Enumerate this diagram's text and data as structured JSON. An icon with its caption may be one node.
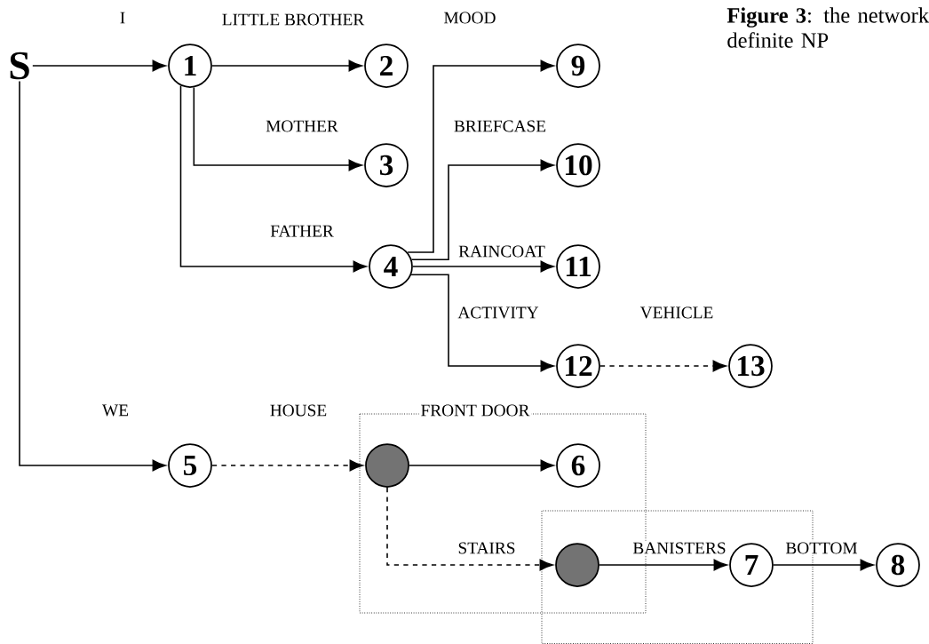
{
  "diagram": {
    "caption": "**Figure 3**: the network definite NP",
    "nodes": [
      {
        "text": [
          "S"
        ]
      },
      {
        "text": [
          "1"
        ]
      },
      {
        "text": [
          "2"
        ]
      },
      {
        "text": [
          "3"
        ]
      },
      {
        "text": [
          "4"
        ]
      },
      {
        "text": [
          "5"
        ]
      },
      {
        "text": [
          "6"
        ]
      },
      {
        "text": [
          "7"
        ]
      },
      {
        "text": [
          "8"
        ]
      },
      {
        "text": [
          "9"
        ]
      },
      {
        "text": [
          "10"
        ]
      },
      {
        "text": [
          "11"
        ]
      },
      {
        "text": [
          "12"
        ]
      },
      {
        "text": [
          "13"
        ]
      },
      {
        "text": [],
        "shape": "circle"
      },
      {
        "text": [],
        "shape": "circle"
      }
    ],
    "edges": [
      {
        "from": 0,
        "to": 1,
        "arrow": "to",
        "label": "I"
      },
      {
        "from": 1,
        "to": 2,
        "arrow": "to",
        "label": "LITTLE BROTHER"
      },
      {
        "from": 1,
        "to": 3,
        "arrow": "to",
        "label": "MOTHER"
      },
      {
        "from": 1,
        "to": 4,
        "arrow": "to",
        "label": "FATHER"
      },
      {
        "from": 4,
        "to": 9,
        "arrow": "to",
        "label": "MOOD"
      },
      {
        "from": 4,
        "to": 10,
        "arrow": "to",
        "label": "BRIEFCASE"
      },
      {
        "from": 4,
        "to": 11,
        "arrow": "to",
        "label": "RAINCOAT"
      },
      {
        "from": 4,
        "to": 12,
        "arrow": "to",
        "label": "ACTIVITY"
      },
      {
        "from": 12,
        "to": 13,
        "arrow": "to",
        "label": "VEHICLE",
        "style": "dashed"
      },
      {
        "from": 0,
        "to": 5,
        "arrow": "to",
        "label": "WE"
      },
      {
        "from": 5,
        "to": 14,
        "arrow": "to",
        "label": "HOUSE",
        "style": "dashed"
      },
      {
        "from": 14,
        "to": 6,
        "arrow": "to",
        "label": "FRONT DOOR"
      },
      {
        "from": 14,
        "to": 15,
        "arrow": "to",
        "label": "STAIRS",
        "style": "dashed"
      },
      {
        "from": 15,
        "to": 7,
        "arrow": "to",
        "label": "BANISTERS"
      },
      {
        "from": 7,
        "to": 8,
        "arrow": "to",
        "label": "BOTTOM"
      }
    ]
  }
}
